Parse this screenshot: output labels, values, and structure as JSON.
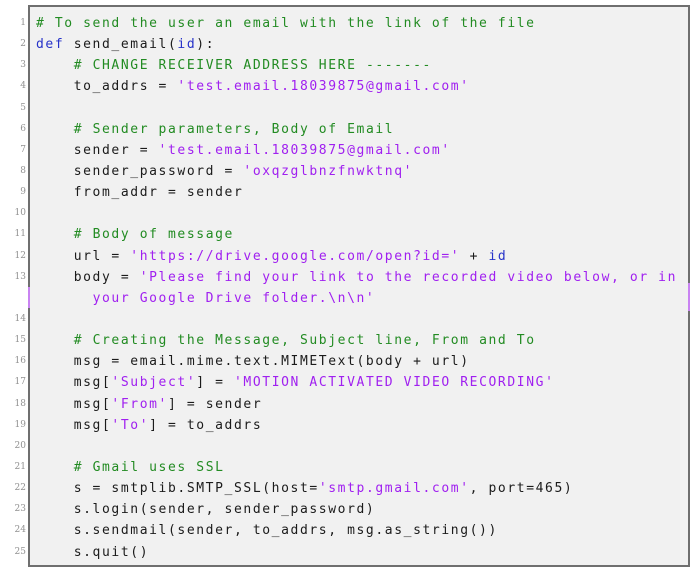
{
  "code_listing": {
    "language": "python",
    "token_colors": {
      "plain": "#1b1b1b",
      "keyword": "#2733c9",
      "comment": "#228b22",
      "string": "#a020f0",
      "line_number": "#919191"
    },
    "frame": {
      "background": "#f1f1f1",
      "border": "#6f6f6f",
      "wrap_marker": "#c983f2"
    },
    "rows": [
      {
        "num": "1",
        "segments": [
          {
            "c": "comment",
            "t": "# To send the user an email with the link of the file"
          }
        ]
      },
      {
        "num": "2",
        "segments": [
          {
            "c": "keyword",
            "t": "def"
          },
          {
            "c": "plain",
            "t": " send_email("
          },
          {
            "c": "keyword",
            "t": "id"
          },
          {
            "c": "plain",
            "t": "):"
          }
        ]
      },
      {
        "num": "3",
        "segments": [
          {
            "c": "plain",
            "t": "    "
          },
          {
            "c": "comment",
            "t": "# CHANGE RECEIVER ADDRESS HERE -------"
          }
        ]
      },
      {
        "num": "4",
        "segments": [
          {
            "c": "plain",
            "t": "    to_addrs = "
          },
          {
            "c": "string",
            "t": "'test.email.18039875@gmail.com'"
          }
        ]
      },
      {
        "num": "5",
        "segments": []
      },
      {
        "num": "6",
        "segments": [
          {
            "c": "plain",
            "t": "    "
          },
          {
            "c": "comment",
            "t": "# Sender parameters, Body of Email"
          }
        ]
      },
      {
        "num": "7",
        "segments": [
          {
            "c": "plain",
            "t": "    sender = "
          },
          {
            "c": "string",
            "t": "'test.email.18039875@gmail.com'"
          }
        ]
      },
      {
        "num": "8",
        "segments": [
          {
            "c": "plain",
            "t": "    sender_password = "
          },
          {
            "c": "string",
            "t": "'oxqzglbnzfnwktnq'"
          }
        ]
      },
      {
        "num": "9",
        "segments": [
          {
            "c": "plain",
            "t": "    from_addr = sender"
          }
        ]
      },
      {
        "num": "10",
        "segments": []
      },
      {
        "num": "11",
        "segments": [
          {
            "c": "plain",
            "t": "    "
          },
          {
            "c": "comment",
            "t": "# Body of message"
          }
        ]
      },
      {
        "num": "12",
        "segments": [
          {
            "c": "plain",
            "t": "    url = "
          },
          {
            "c": "string",
            "t": "'https://drive.google.com/open?id='"
          },
          {
            "c": "plain",
            "t": " + "
          },
          {
            "c": "keyword",
            "t": "id"
          }
        ]
      },
      {
        "num": "13",
        "segments": [
          {
            "c": "plain",
            "t": "    body = "
          },
          {
            "c": "string",
            "t": "'Please find your link to the recorded video below, or in"
          }
        ]
      },
      {
        "num": "",
        "wrap": true,
        "segments": [
          {
            "c": "plain",
            "t": "      "
          },
          {
            "c": "string",
            "t": "your Google Drive folder.\\n\\n'"
          }
        ]
      },
      {
        "num": "14",
        "segments": []
      },
      {
        "num": "15",
        "segments": [
          {
            "c": "plain",
            "t": "    "
          },
          {
            "c": "comment",
            "t": "# Creating the Message, Subject line, From and To"
          }
        ]
      },
      {
        "num": "16",
        "segments": [
          {
            "c": "plain",
            "t": "    msg = email.mime.text.MIMEText(body + url)"
          }
        ]
      },
      {
        "num": "17",
        "segments": [
          {
            "c": "plain",
            "t": "    msg["
          },
          {
            "c": "string",
            "t": "'Subject'"
          },
          {
            "c": "plain",
            "t": "] = "
          },
          {
            "c": "string",
            "t": "'MOTION ACTIVATED VIDEO RECORDING'"
          }
        ]
      },
      {
        "num": "18",
        "segments": [
          {
            "c": "plain",
            "t": "    msg["
          },
          {
            "c": "string",
            "t": "'From'"
          },
          {
            "c": "plain",
            "t": "] = sender"
          }
        ]
      },
      {
        "num": "19",
        "segments": [
          {
            "c": "plain",
            "t": "    msg["
          },
          {
            "c": "string",
            "t": "'To'"
          },
          {
            "c": "plain",
            "t": "] = to_addrs"
          }
        ]
      },
      {
        "num": "20",
        "segments": []
      },
      {
        "num": "21",
        "segments": [
          {
            "c": "plain",
            "t": "    "
          },
          {
            "c": "comment",
            "t": "# Gmail uses SSL"
          }
        ]
      },
      {
        "num": "22",
        "segments": [
          {
            "c": "plain",
            "t": "    s = smtplib.SMTP_SSL(host="
          },
          {
            "c": "string",
            "t": "'smtp.gmail.com'"
          },
          {
            "c": "plain",
            "t": ", port=465)"
          }
        ]
      },
      {
        "num": "23",
        "segments": [
          {
            "c": "plain",
            "t": "    s.login(sender, sender_password)"
          }
        ]
      },
      {
        "num": "24",
        "segments": [
          {
            "c": "plain",
            "t": "    s.sendmail(sender, to_addrs, msg.as_string())"
          }
        ]
      },
      {
        "num": "25",
        "segments": [
          {
            "c": "plain",
            "t": "    s.quit()"
          }
        ]
      }
    ]
  }
}
